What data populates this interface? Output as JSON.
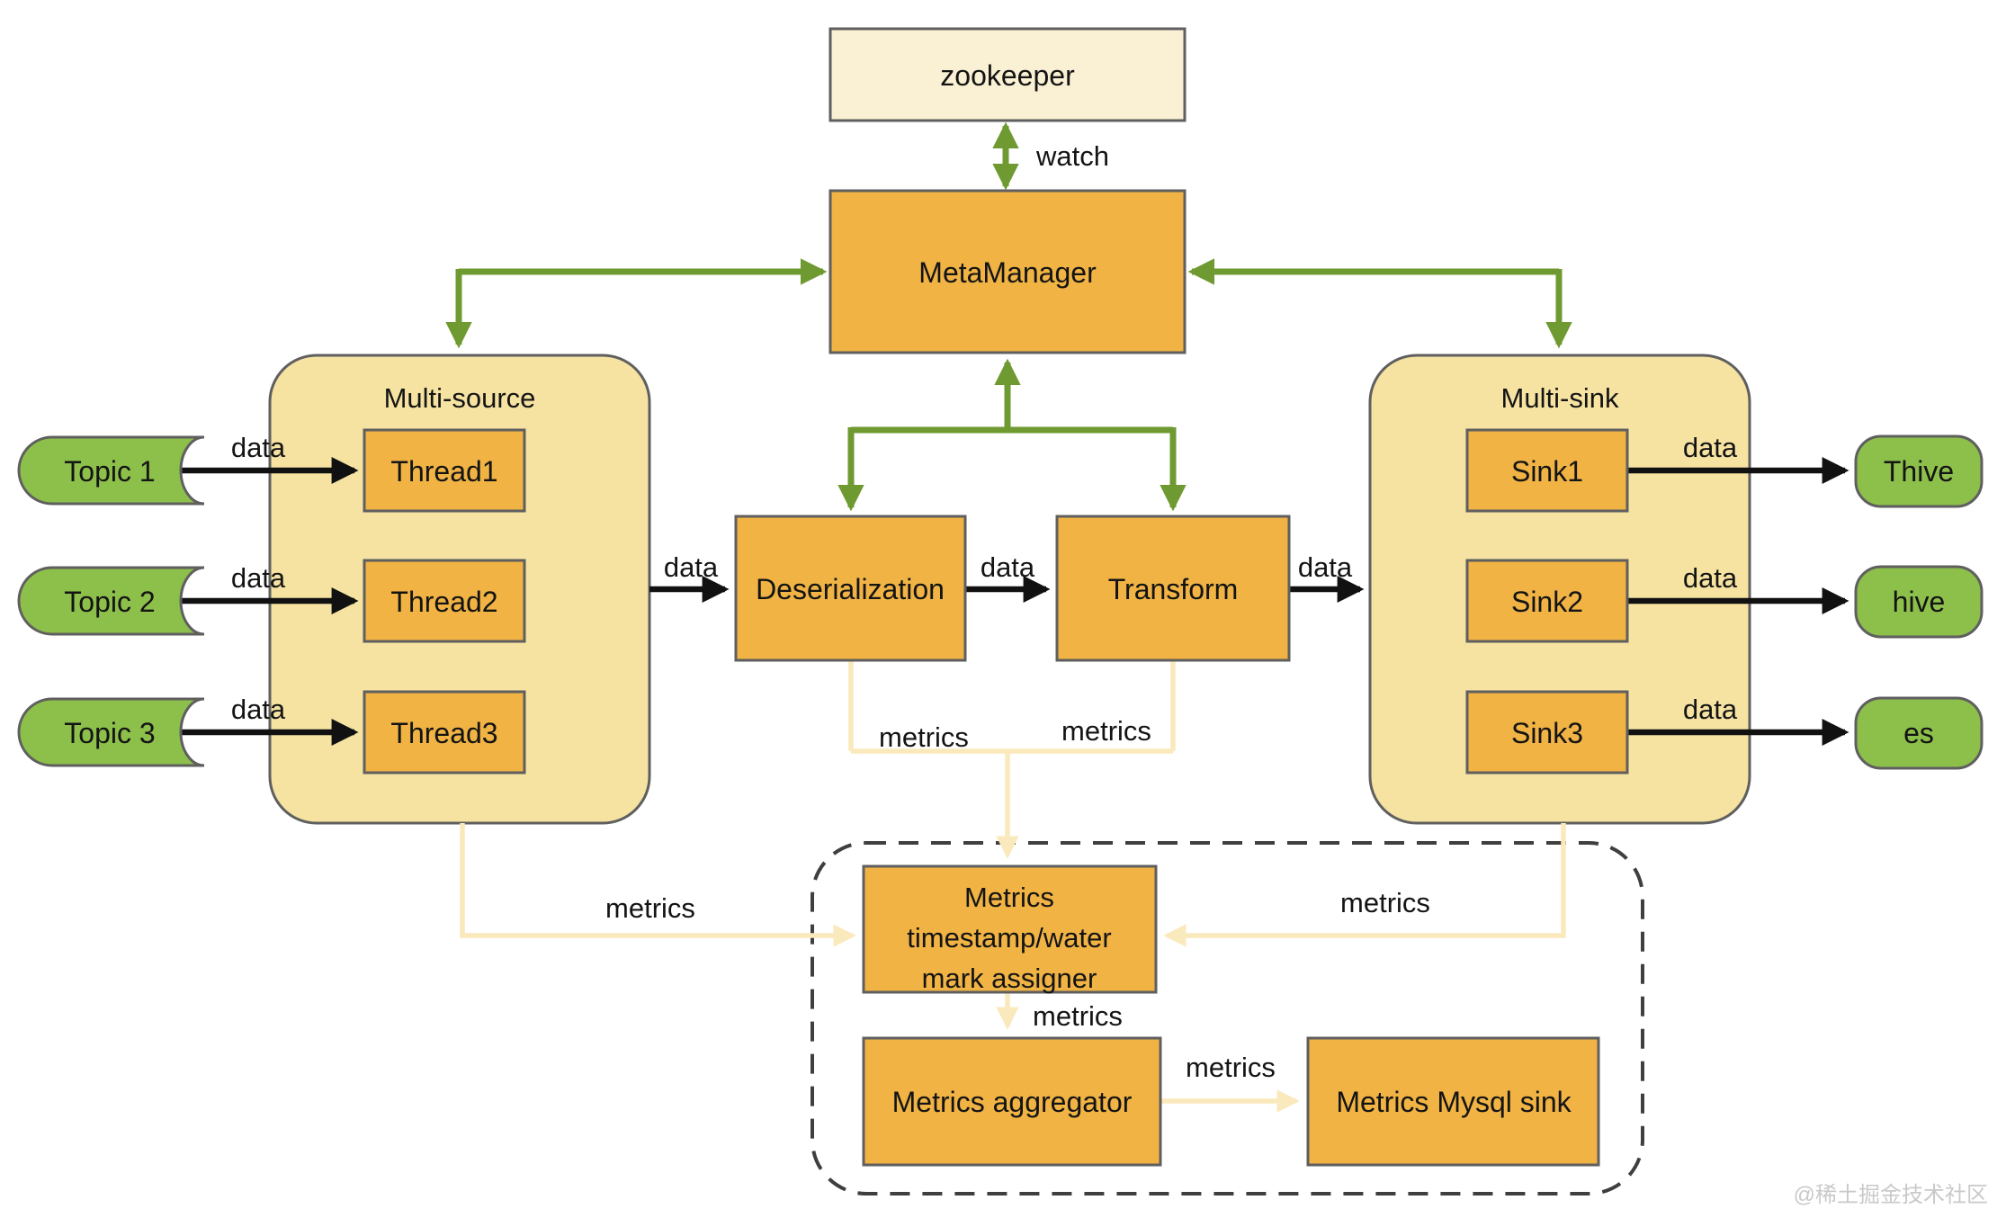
{
  "labels": {
    "data": "data",
    "metrics": "metrics",
    "watch": "watch"
  },
  "nodes": {
    "zookeeper": "zookeeper",
    "meta_manager": "MetaManager",
    "deserialization": "Deserialization",
    "transform": "Transform"
  },
  "multi_source": {
    "title": "Multi-source",
    "threads": [
      "Thread1",
      "Thread2",
      "Thread3"
    ]
  },
  "multi_sink": {
    "title": "Multi-sink",
    "sinks": [
      "Sink1",
      "Sink2",
      "Sink3"
    ]
  },
  "topics": [
    "Topic 1",
    "Topic 2",
    "Topic 3"
  ],
  "sink_targets": [
    "Thive",
    "hive",
    "es"
  ],
  "metrics_pipeline": {
    "assigner_lines": [
      "Metrics",
      "timestamp/water",
      "mark assigner"
    ],
    "aggregator": "Metrics aggregator",
    "mysql_sink": "Metrics Mysql sink"
  },
  "watermark": "@稀土掘金技术社区",
  "colors": {
    "orange_box": "#F0B344",
    "container_fill": "#F6E3A2",
    "zookeeper_fill": "#FAF0D3",
    "green_node": "#8DBF4B",
    "green_arrow": "#6F9A31",
    "black_arrow": "#111111",
    "metrics_arrow": "#FAE9BC",
    "border": "#5F5F5F",
    "dashed_border": "#3F3F3F"
  }
}
